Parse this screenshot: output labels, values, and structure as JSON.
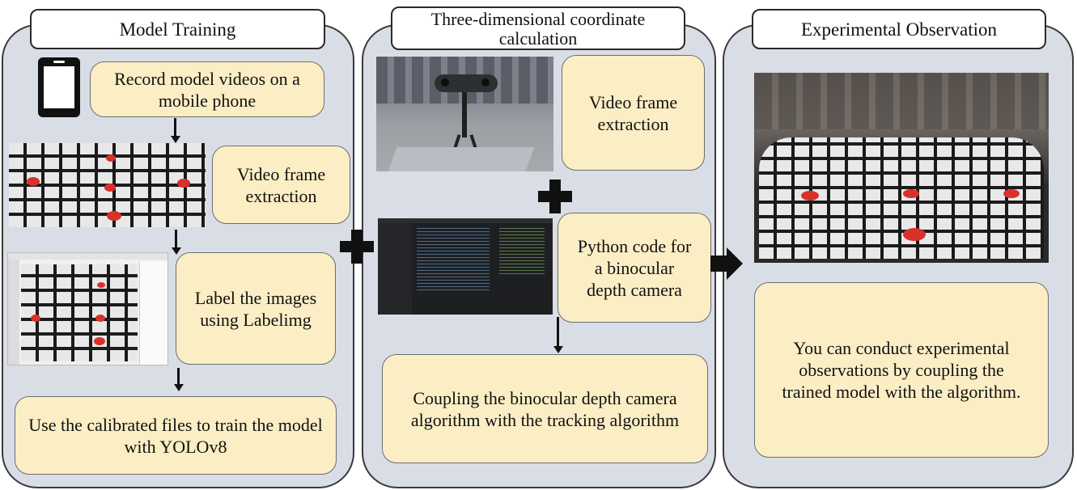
{
  "panels": {
    "left": {
      "title": "Model Training",
      "step1": "Record model videos on a mobile phone",
      "step2": "Video frame extraction",
      "step3": "Label the images using Labelimg",
      "step4": "Use the calibrated files to train the model with YOLOv8"
    },
    "middle": {
      "title": "Three-dimensional coordinate calculation",
      "step1": "Video frame extraction",
      "step2": "Python code for a binocular depth camera",
      "step3": "Coupling the binocular depth camera algorithm with the tracking algorithm"
    },
    "right": {
      "title": "Experimental Observation",
      "step1": "You can conduct experimental observations by coupling the trained model with the algorithm."
    }
  },
  "colors": {
    "panel_fill": "#d9dee6",
    "step_box_fill": "#fbeec5",
    "marker_red": "#d8312a"
  },
  "icons": [
    "smartphone-icon",
    "plus-icon",
    "plus-icon",
    "right-arrow-icon",
    "down-arrow-icon"
  ]
}
